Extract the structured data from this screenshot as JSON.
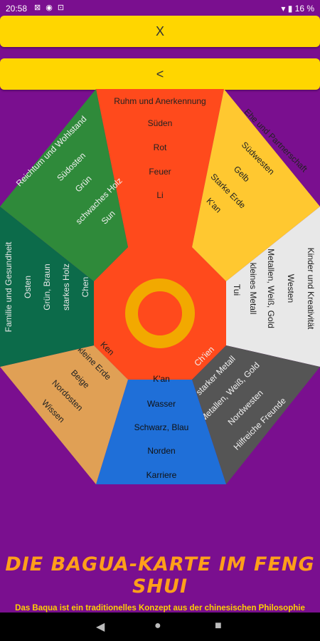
{
  "status": {
    "time": "20:58",
    "left_icons": "⊠ ◉ ⊡",
    "right": "▾ ▮ 16 %"
  },
  "buttons": {
    "close_label": "X",
    "back_label": "<"
  },
  "bagua": {
    "south": [
      "Ruhm und Anerkennung",
      "Süden",
      "Rot",
      "Feuer",
      "Li"
    ],
    "southwest": [
      "Ehe und Partnerschaft",
      "Südwesten",
      "Gelb",
      "Starke Erde",
      "K'an"
    ],
    "west": [
      "Kinder und Kreativität",
      "Westen",
      "Metallen, Weiß, Gold",
      "kleines Metall",
      "Tui"
    ],
    "northwest": [
      "Hilfreiche Freunde",
      "Nordwesten",
      "Metallen, Weiß, Gold",
      "starker Metall",
      "Ch'ien"
    ],
    "north": [
      "K'an",
      "Wasser",
      "Schwarz, Blau",
      "Norden",
      "Karriere"
    ],
    "northeast": [
      "Ken",
      "kleine Erde",
      "Beige",
      "Nordosten",
      "Wissen"
    ],
    "east": [
      "Familie und Gesundheit",
      "Osten",
      "Grün, Braun",
      "starkes Holz",
      "Chen"
    ],
    "southeast": [
      "Reichtum und Wohlstand",
      "Südosten",
      "Grün",
      "schwaches Holz",
      "Sun"
    ],
    "colors": {
      "south": "#ff4a1c",
      "southwest": "#ffc830",
      "west": "#e8e8e8",
      "northwest": "#555555",
      "north": "#1f6fd8",
      "northeast": "#e0a055",
      "east": "#0c6b4a",
      "southeast": "#2f8a3a",
      "center": "#ff4a1c",
      "ring": "#f2a900"
    }
  },
  "footer": {
    "title": "DIE BAGUA-KARTE IM FENG SHUI",
    "subtitle": "Das Baqua ist ein traditionelles Konzept aus der chinesischen Philosophie"
  },
  "nav": {
    "back": "◀",
    "home": "●",
    "recents": "■"
  }
}
